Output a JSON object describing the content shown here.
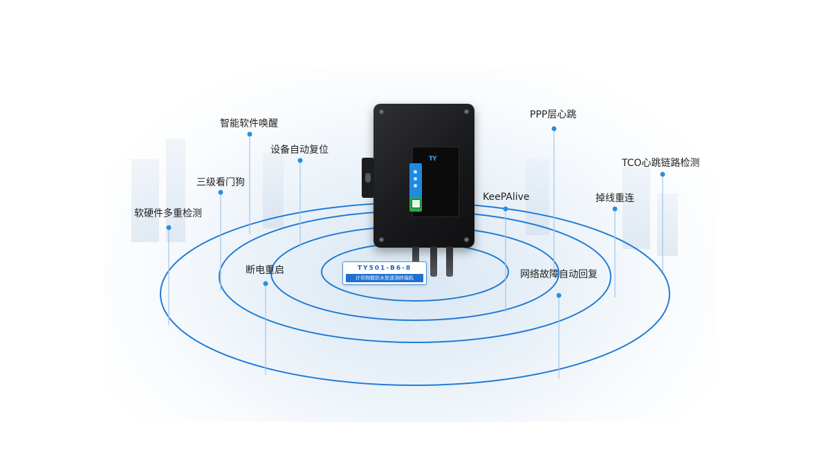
{
  "product": {
    "model_label": "TY501-B6-8",
    "description": "计讯物联防水型遥测终端机"
  },
  "features": [
    {
      "label": "智能软件唤醒"
    },
    {
      "label": "设备自动复位"
    },
    {
      "label": "三级看门狗"
    },
    {
      "label": "软硬件多重检测"
    },
    {
      "label": "断电重启"
    },
    {
      "label": "PPP层心跳"
    },
    {
      "label": "TCO心跳链路检测"
    },
    {
      "label": "KeePAlive"
    },
    {
      "label": "掉线重连"
    },
    {
      "label": "网络故障自动回复"
    }
  ],
  "colors": {
    "ring": "#1f7bd6",
    "leader_line": "#9ec7ec",
    "leader_dot": "#2a8fdc",
    "label_text": "#1f1f1f"
  }
}
